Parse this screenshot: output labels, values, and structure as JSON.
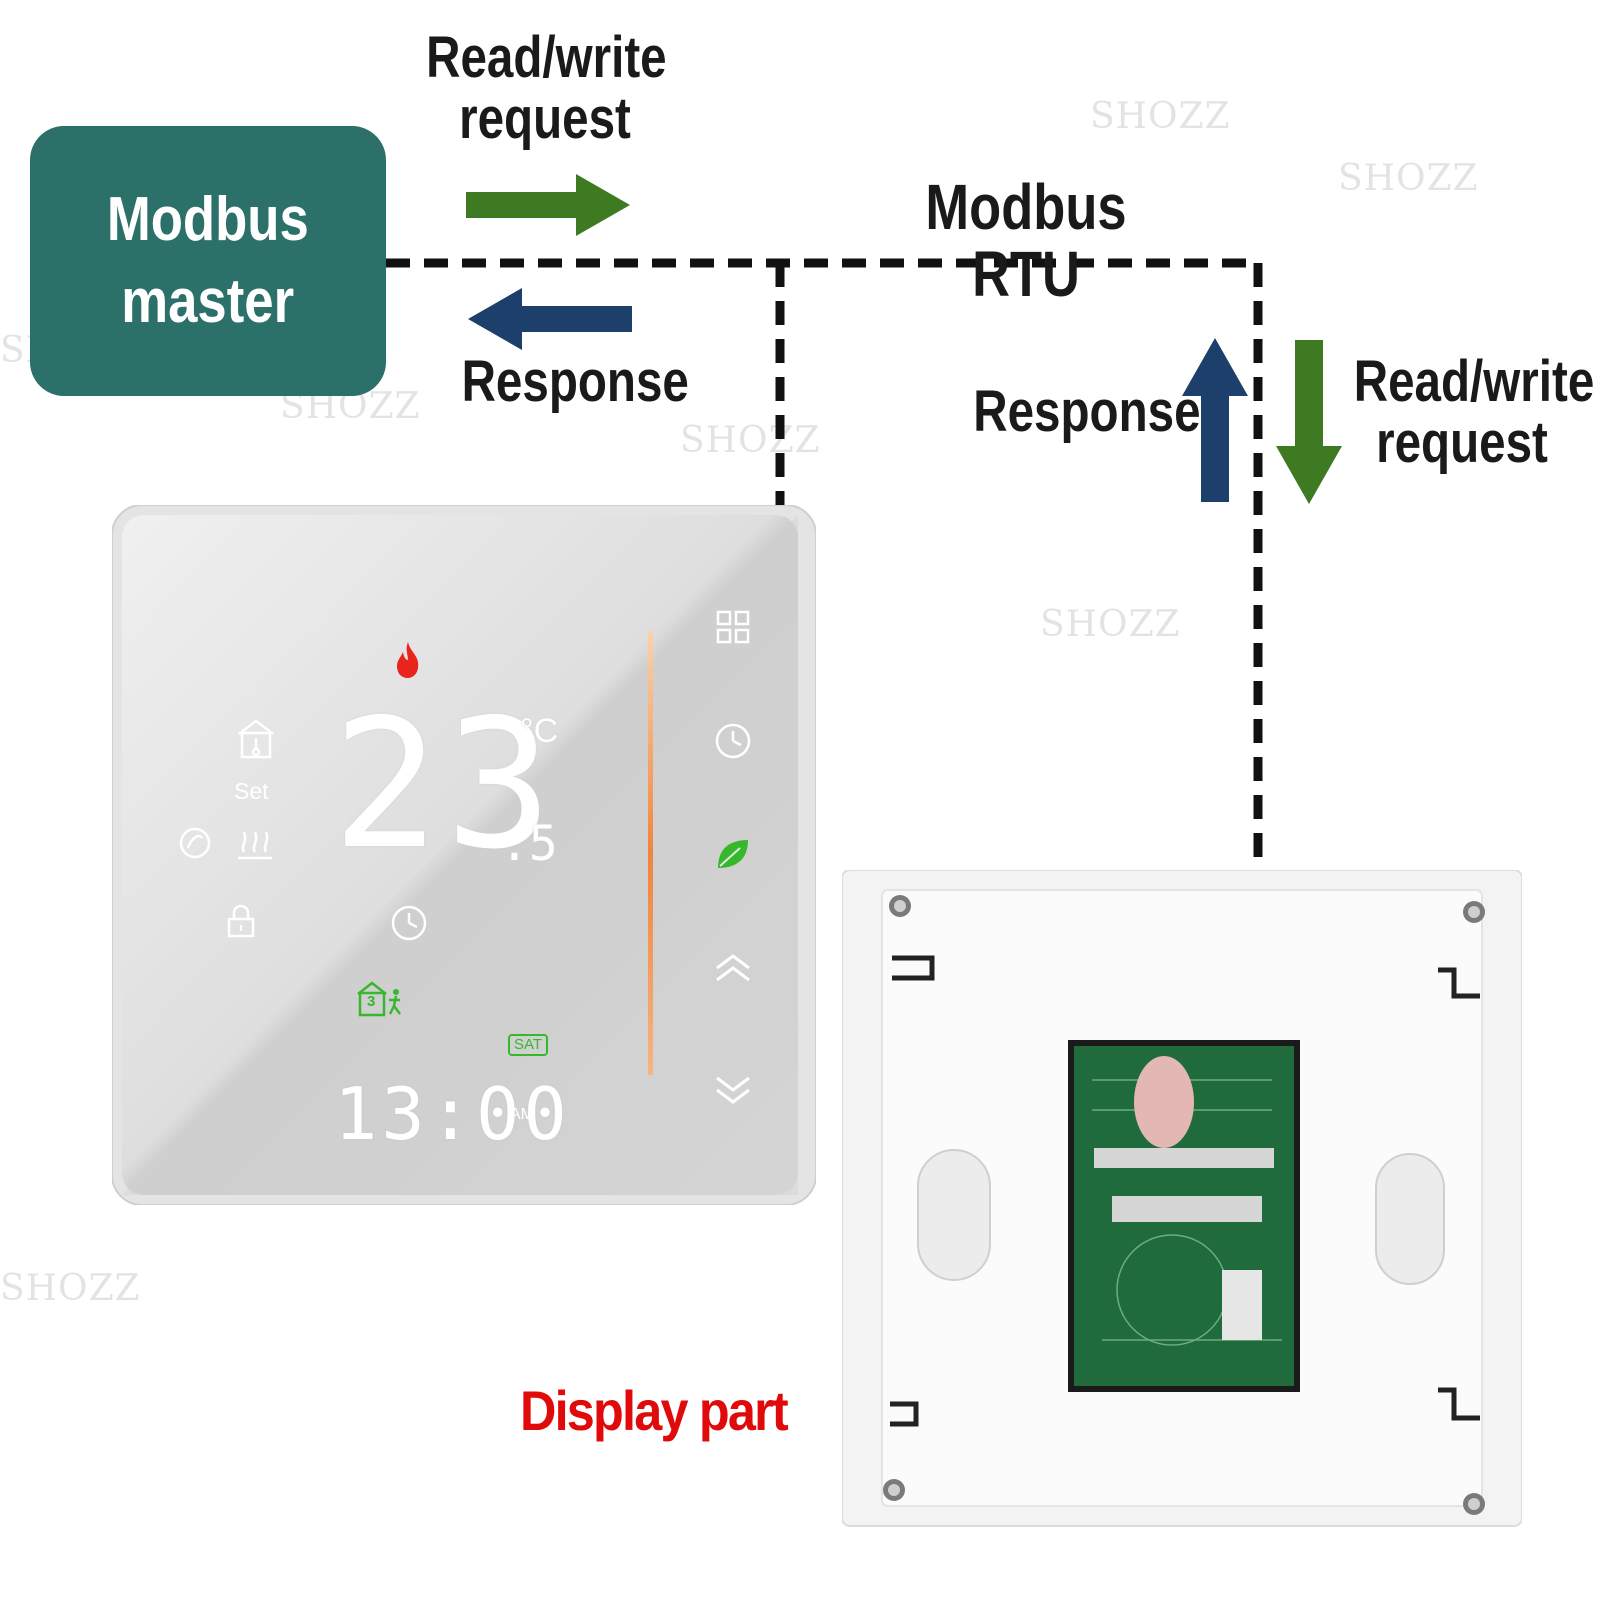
{
  "master": {
    "line1": "Modbus",
    "line2": "master"
  },
  "top_arrows": {
    "request_line1": "Read/write",
    "request_line2": "request",
    "response": "Response"
  },
  "bus_label": "Modbus RTU",
  "side_arrows": {
    "response": "Response",
    "request_line1": "Read/write",
    "request_line2": "request"
  },
  "display_part_label": "Display part",
  "thermostat": {
    "temperature_main": "23",
    "temperature_decimal": ".5",
    "unit": "°C",
    "set_label": "Set",
    "clock_time": "13:00",
    "ampm": "AM",
    "day": "SAT",
    "program_number": "3"
  },
  "watermark": "SHOZZ",
  "colors": {
    "master_bg": "#2b716a",
    "request_arrow": "#3d7a22",
    "response_arrow": "#1c3f6b",
    "display_label": "#e00a0a",
    "flame": "#e8241c",
    "leaf": "#35b82c",
    "slider": "#f0843c",
    "pcb": "#1f6b3b"
  }
}
